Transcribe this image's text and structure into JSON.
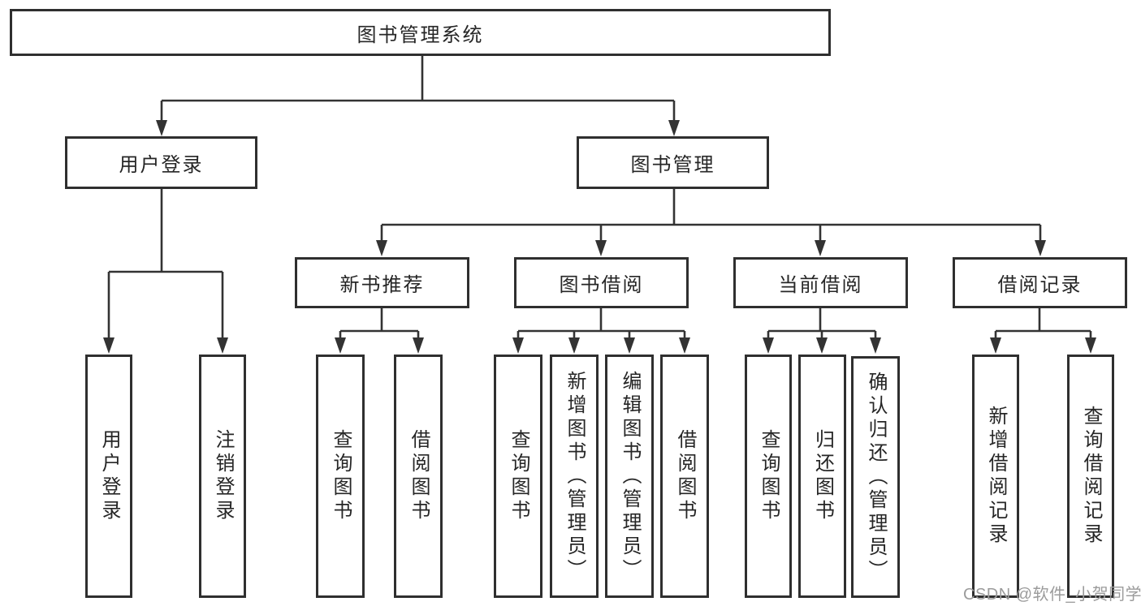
{
  "diagram": {
    "root": {
      "label": "图书管理系统"
    },
    "branches": [
      {
        "label": "用户登录",
        "children": [
          {
            "label": "用户登录"
          },
          {
            "label": "注销登录"
          }
        ]
      },
      {
        "label": "图书管理",
        "children": [
          {
            "label": "新书推荐",
            "children": [
              {
                "label": "查询图书"
              },
              {
                "label": "借阅图书"
              }
            ]
          },
          {
            "label": "图书借阅",
            "children": [
              {
                "label": "查询图书"
              },
              {
                "label": "新增图书（管理员）"
              },
              {
                "label": "编辑图书（管理员）"
              },
              {
                "label": "借阅图书"
              }
            ]
          },
          {
            "label": "当前借阅",
            "children": [
              {
                "label": "查询图书"
              },
              {
                "label": "归还图书"
              },
              {
                "label": "确认归还（管理员）"
              }
            ]
          },
          {
            "label": "借阅记录",
            "children": [
              {
                "label": "新增借阅记录"
              },
              {
                "label": "查询借阅记录"
              }
            ]
          }
        ]
      }
    ]
  },
  "watermark": {
    "text": "CSDN @软件_小贺同学",
    "color": "#9b9b9b"
  },
  "colors": {
    "background": "#ffffff",
    "line": "#333333",
    "border": "#2f2f2f",
    "text": "#262626"
  }
}
